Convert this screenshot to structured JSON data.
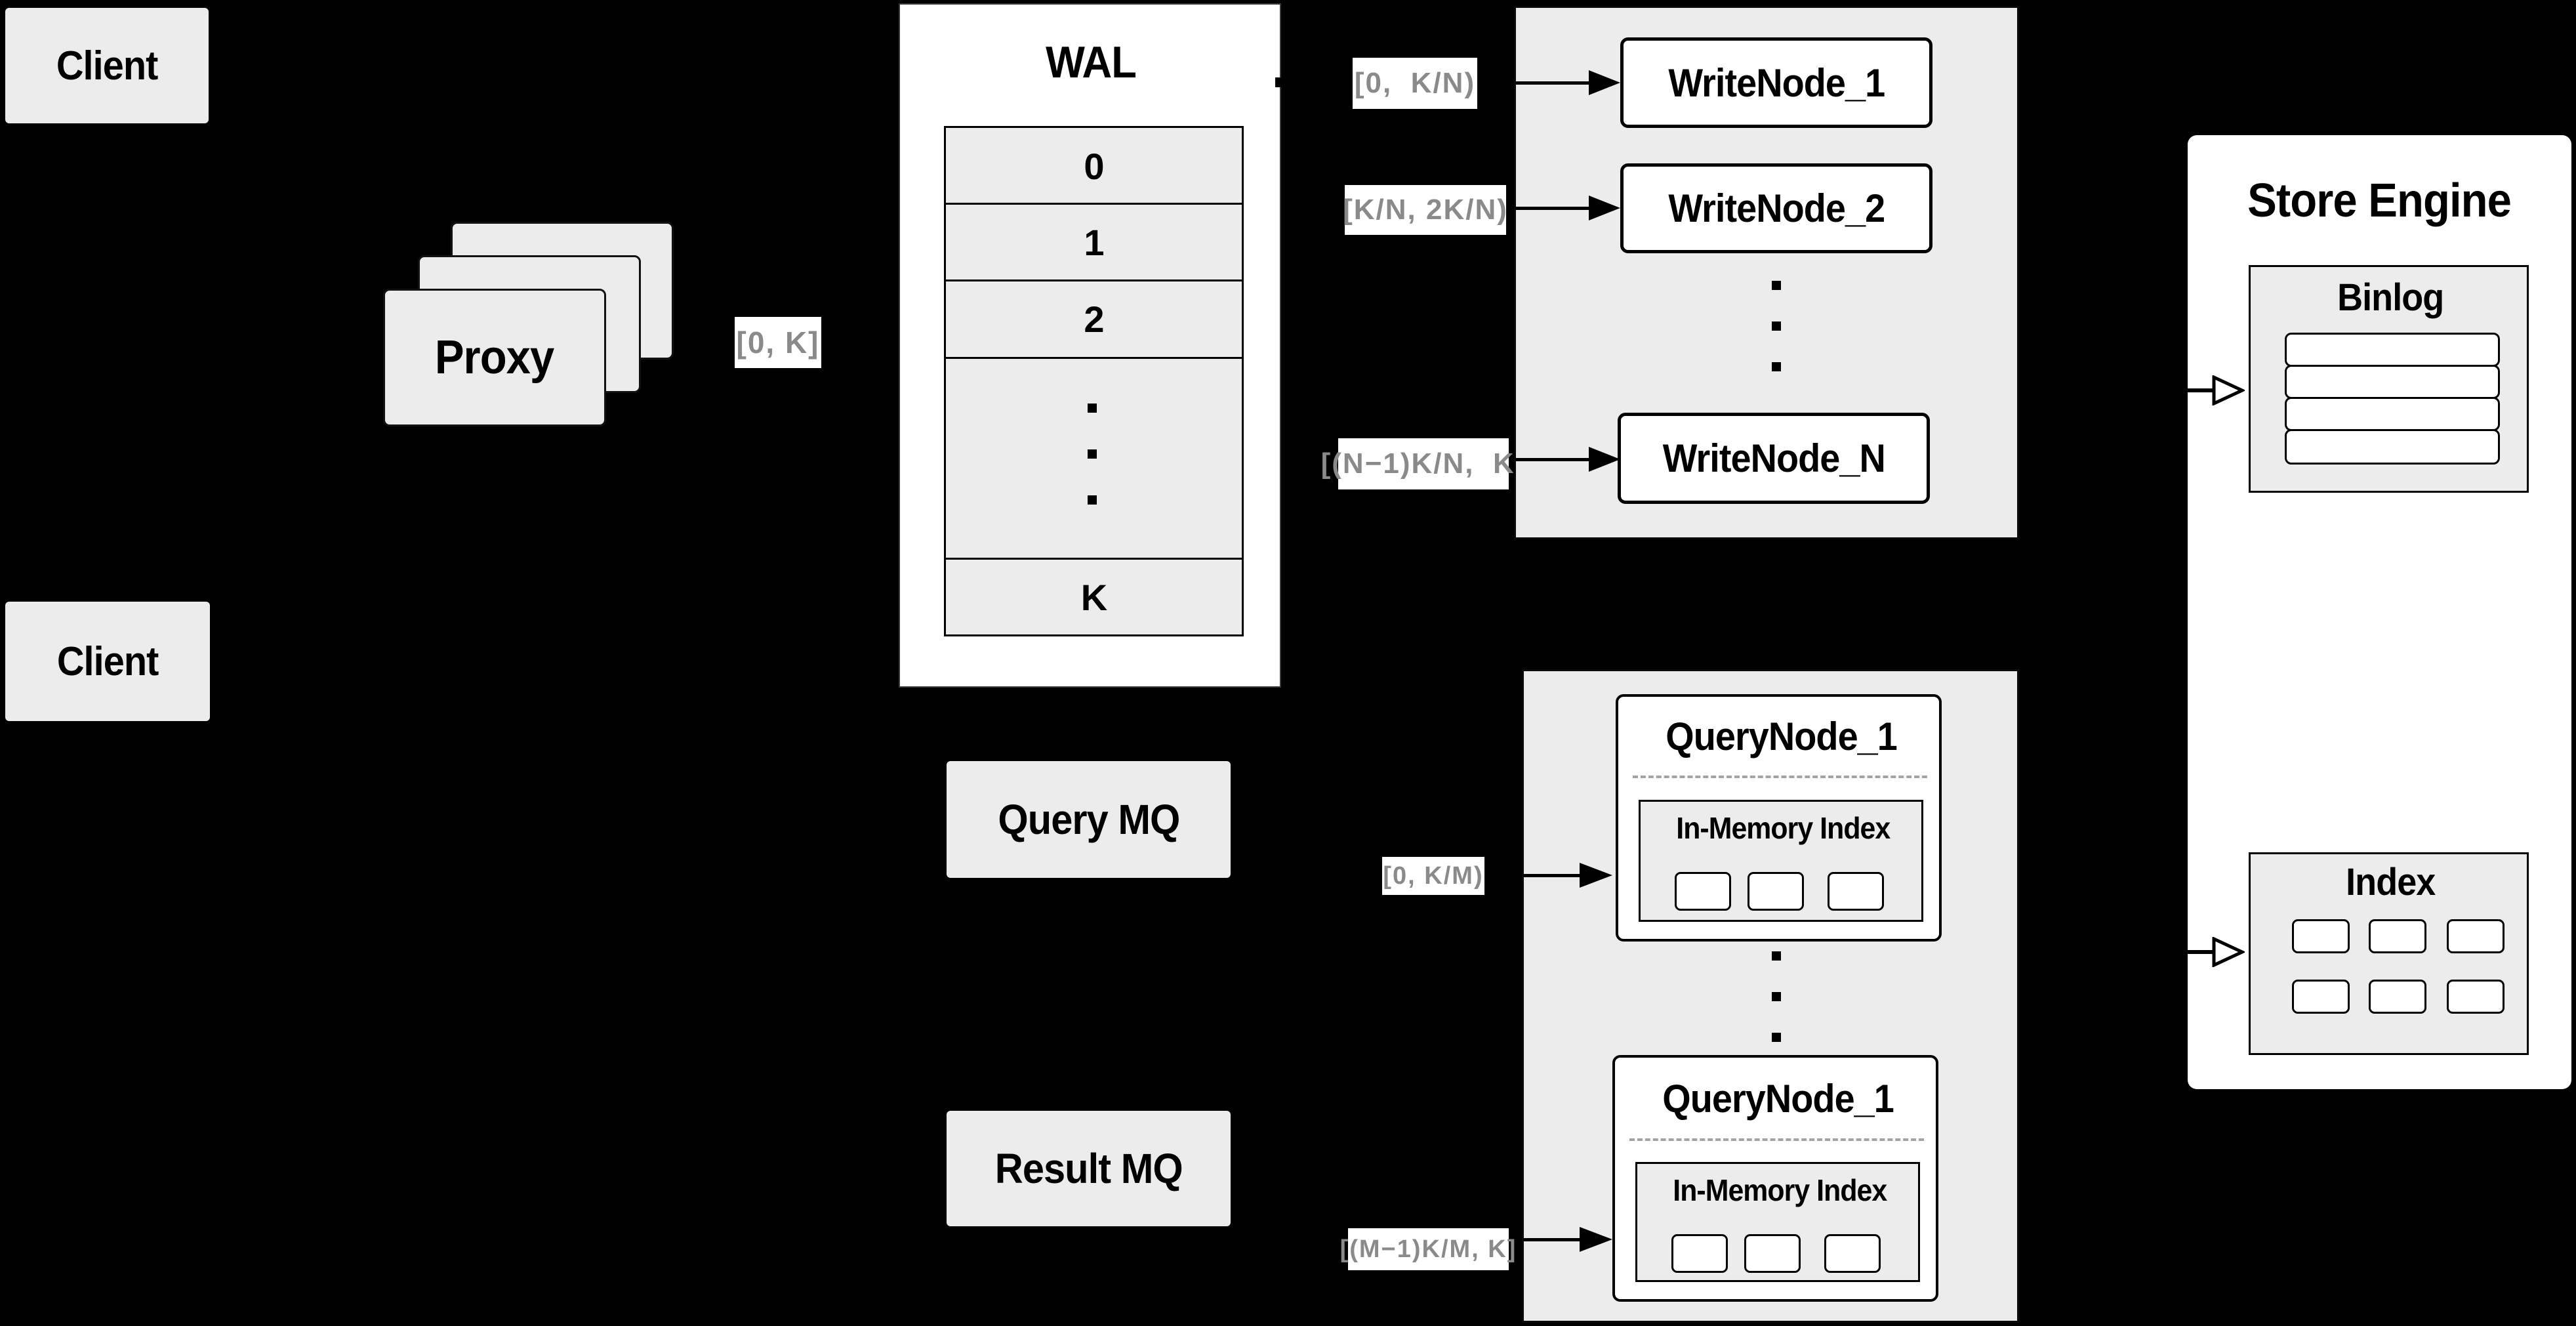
{
  "clients": {
    "top_label": "Client",
    "bottom_label": "Client"
  },
  "proxy": {
    "label": "Proxy",
    "range_label": "[0, K]"
  },
  "wal": {
    "title": "WAL",
    "row_labels": [
      "0",
      "1",
      "2",
      "K"
    ]
  },
  "write_panel": {
    "nodes": [
      "WriteNode_1",
      "WriteNode_2",
      "WriteNode_N"
    ],
    "range_labels": [
      "[0,  K/N)",
      "[K/N, 2K/N)",
      "[(N−1)K/N,  K]"
    ]
  },
  "mq": {
    "query_label": "Query MQ",
    "result_label": "Result MQ"
  },
  "query_panel": {
    "node_titles": [
      "QueryNode_1",
      "QueryNode_1"
    ],
    "inmem_title": "In-Memory Index",
    "range_labels": [
      "[0, K/M)",
      "[(M−1)K/M, K]"
    ]
  },
  "store_engine": {
    "title": "Store Engine",
    "binlog_title": "Binlog",
    "index_title": "Index"
  },
  "colors": {
    "background": "#000000",
    "panel_fill": "#ececec",
    "box_fill": "#ffffff",
    "line": "#000000",
    "range_label_text": "#8a8a8a"
  }
}
